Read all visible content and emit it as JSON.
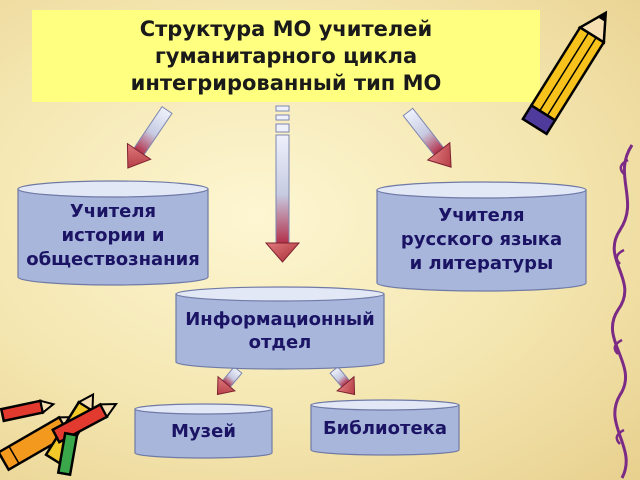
{
  "title": {
    "lines": [
      "Структура МО учителей",
      "гуманитарного цикла",
      "интегрированный тип МО"
    ]
  },
  "nodes": {
    "history": {
      "lines": [
        "Учителя",
        "истории и",
        "обществознания"
      ]
    },
    "russian": {
      "lines": [
        "Учителя",
        "русского языка",
        "и литературы"
      ]
    },
    "info": {
      "lines": [
        "Информационный",
        "отдел"
      ]
    },
    "museum": {
      "lines": [
        "Музей"
      ]
    },
    "library": {
      "lines": [
        "Библиотека"
      ]
    }
  },
  "colors": {
    "title_bg": "#ffff80",
    "cylinder_body": "#a9b6dc",
    "cylinder_top": "#e3e8f6",
    "label_text": "#1b1464",
    "arrow_tip": "#c0343a",
    "arrow_shaft_top": "#eef1fb",
    "arrow_shaft_bottom": "#b3304a"
  },
  "decorations": {
    "top_right": "pencil-icon",
    "bottom_left": "crayons-icon",
    "right_edge": "spiral-doodle-icon"
  }
}
